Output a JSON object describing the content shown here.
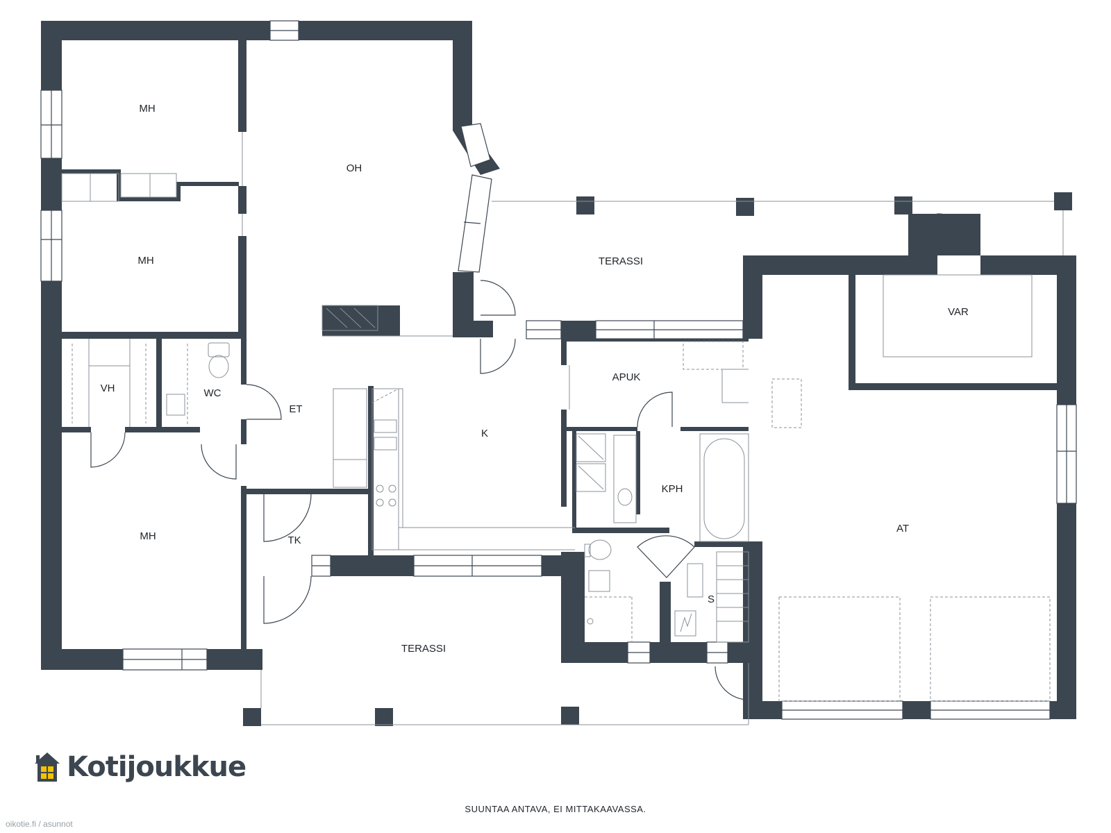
{
  "rooms": {
    "mh1": "MH",
    "oh": "OH",
    "mh2": "MH",
    "terassi_top": "TERASSI",
    "var": "VAR",
    "vh": "VH",
    "wc": "WC",
    "et": "ET",
    "apuk": "APUK",
    "k": "K",
    "kph": "KPH",
    "at": "AT",
    "mh3": "MH",
    "tk": "TK",
    "s": "S",
    "terassi_bottom": "TERASSI"
  },
  "brand": {
    "name": "Kotijoukkue",
    "icon": "house-icon"
  },
  "footer": {
    "disclaimer": "SUUNTAA ANTAVA, EI MITTAKAAVASSA.",
    "source": "oikotie.fi / asunnot"
  },
  "colors": {
    "wall": "#3c4650",
    "brand_yellow": "#f2c200"
  }
}
